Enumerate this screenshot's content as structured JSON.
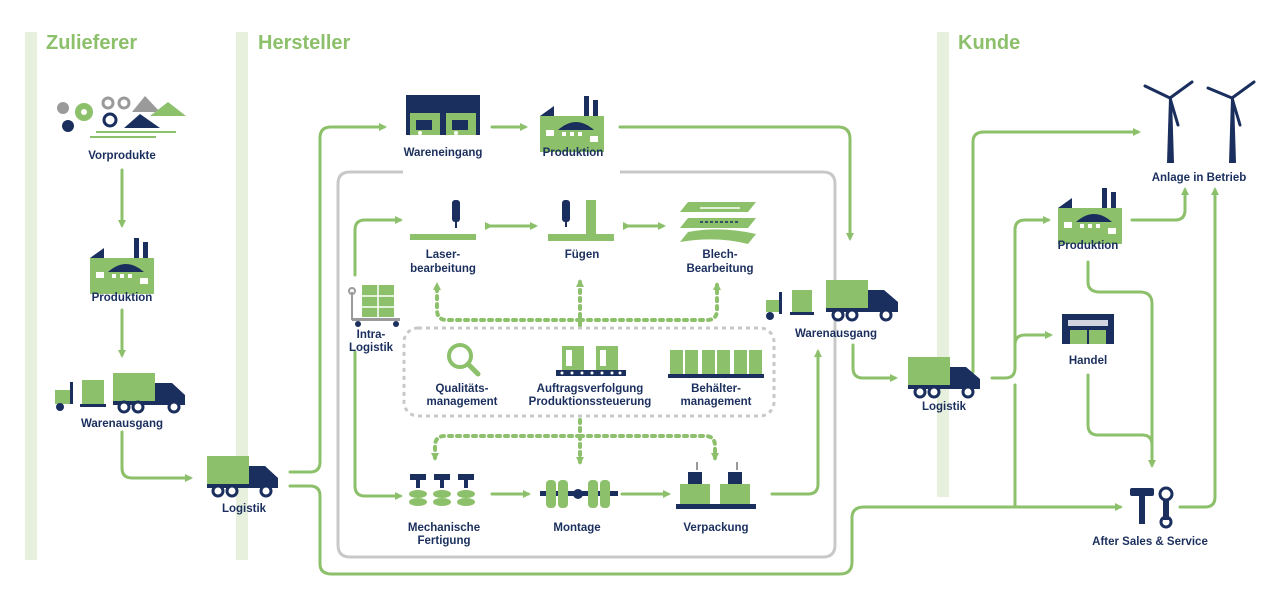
{
  "columns": {
    "supplier": "Zulieferer",
    "manufacturer": "Hersteller",
    "customer": "Kunde"
  },
  "supplier": {
    "vorprodukte": "Vorprodukte",
    "produktion": "Produktion",
    "warenausgang": "Warenausgang"
  },
  "logistics_left": "Logistik",
  "manufacturer": {
    "wareneingang": "Wareneingang",
    "produktion": "Produktion",
    "warenausgang": "Warenausgang",
    "laser_line1": "Laser-",
    "laser_line2": "bearbeitung",
    "fuegen": "Fügen",
    "blech_line1": "Blech-",
    "blech_line2": "Bearbeitung",
    "intra_line1": "Intra-",
    "intra_line2": "Logistik",
    "quality_line1": "Qualitäts-",
    "quality_line2": "management",
    "auftrag_line1": "Auftragsverfolgung",
    "auftrag_line2": "Produktionssteuerung",
    "behaelter_line1": "Behälter-",
    "behaelter_line2": "management",
    "mech_line1": "Mechanische",
    "mech_line2": "Fertigung",
    "montage": "Montage",
    "verpackung": "Verpackung"
  },
  "logistics_right": "Logistik",
  "customer": {
    "anlage": "Anlage in Betrieb",
    "produktion": "Produktion",
    "handel": "Handel",
    "after_sales": "After Sales & Service"
  },
  "colors": {
    "green": "#8dc06b",
    "navy": "#1b2f5e",
    "grey": "#c8c8c8",
    "column_band": "#e6f0dc"
  }
}
